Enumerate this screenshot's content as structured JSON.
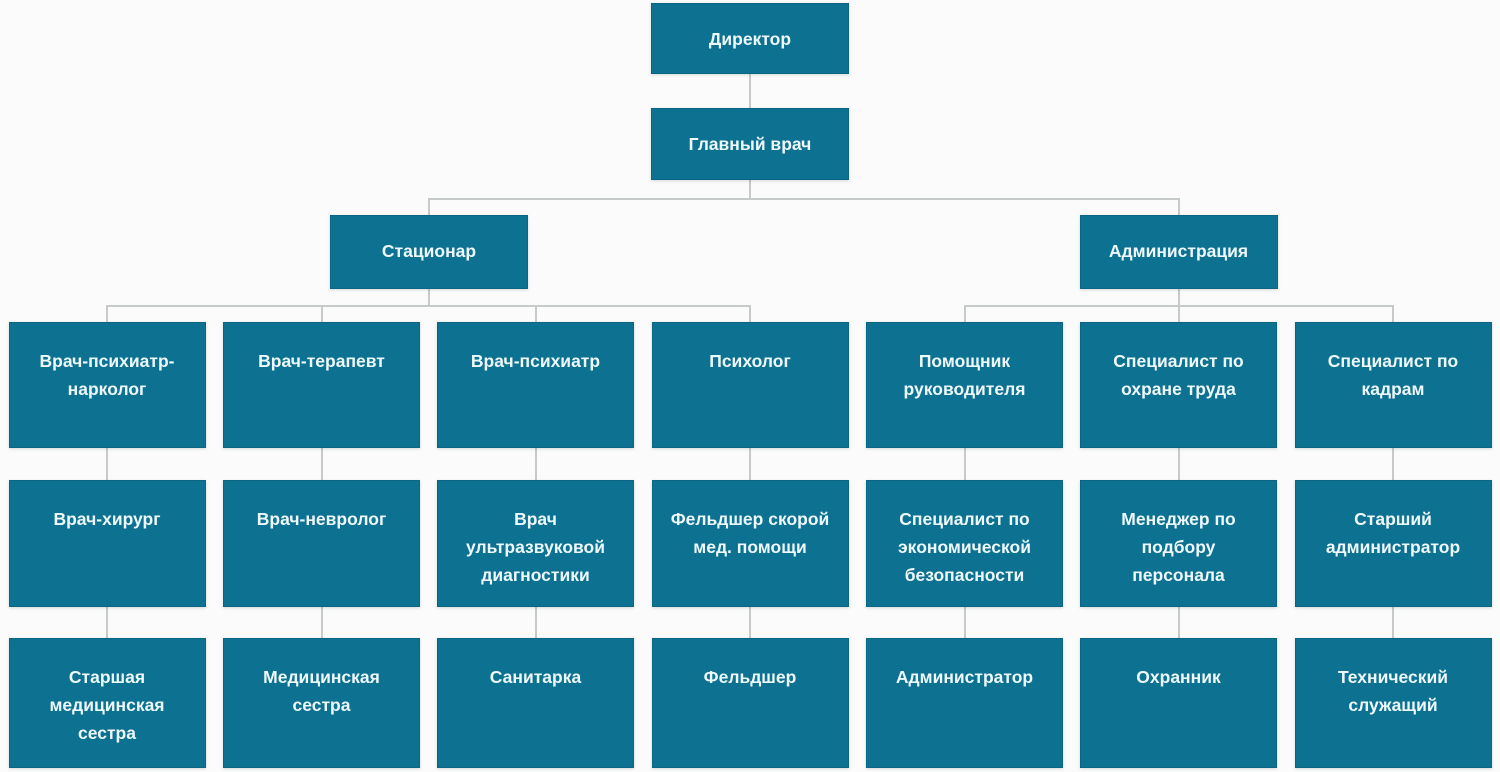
{
  "org": {
    "director": {
      "slug": "director",
      "lines": [
        "Директор"
      ]
    },
    "chief_physician": {
      "slug": "chief-physician",
      "lines": [
        "Главный врач"
      ]
    },
    "branches": [
      {
        "name": {
          "slug": "stationar",
          "lines": [
            "Стационар"
          ]
        },
        "columns": [
          {
            "levels": [
              {
                "slug": "psychiatrist-narcologist",
                "lines": [
                  "Врач-психиатр-",
                  "нарколог"
                ]
              },
              {
                "slug": "surgeon",
                "lines": [
                  "Врач-хирург"
                ]
              },
              {
                "slug": "head-nurse",
                "lines": [
                  "Старшая",
                  "медицинская",
                  "сестра"
                ]
              }
            ]
          },
          {
            "levels": [
              {
                "slug": "therapist",
                "lines": [
                  "Врач-терапевт"
                ]
              },
              {
                "slug": "neurologist",
                "lines": [
                  "Врач-невролог"
                ]
              },
              {
                "slug": "nurse",
                "lines": [
                  "Медицинская",
                  "сестра"
                ]
              }
            ]
          },
          {
            "levels": [
              {
                "slug": "psychiatrist",
                "lines": [
                  "Врач-психиатр"
                ]
              },
              {
                "slug": "ultrasound-doctor",
                "lines": [
                  "Врач",
                  "ультразвуковой",
                  "диагностики"
                ]
              },
              {
                "slug": "orderly",
                "lines": [
                  "Санитарка"
                ]
              }
            ]
          },
          {
            "levels": [
              {
                "slug": "psychologist",
                "lines": [
                  "Психолог"
                ]
              },
              {
                "slug": "ambulance-paramedic",
                "lines": [
                  "Фельдшер скорой",
                  "мед. помощи"
                ]
              },
              {
                "slug": "paramedic",
                "lines": [
                  "Фельдшер"
                ]
              }
            ]
          }
        ]
      },
      {
        "name": {
          "slug": "administration",
          "lines": [
            "Администрация"
          ]
        },
        "columns": [
          {
            "levels": [
              {
                "slug": "assistant-manager",
                "lines": [
                  "Помощник",
                  "руководителя"
                ]
              },
              {
                "slug": "economic-security-specialist",
                "lines": [
                  "Специалист по",
                  "экономической",
                  "безопасности"
                ]
              },
              {
                "slug": "administrator",
                "lines": [
                  "Администратор"
                ]
              }
            ]
          },
          {
            "levels": [
              {
                "slug": "labor-safety-specialist",
                "lines": [
                  "Специалист по",
                  "охране труда"
                ]
              },
              {
                "slug": "recruitment-manager",
                "lines": [
                  "Менеджер по",
                  "подбору",
                  "персонала"
                ]
              },
              {
                "slug": "security-guard",
                "lines": [
                  "Охранник"
                ]
              }
            ]
          },
          {
            "levels": [
              {
                "slug": "hr-specialist",
                "lines": [
                  "Специалист по",
                  "кадрам"
                ]
              },
              {
                "slug": "senior-administrator",
                "lines": [
                  "Старший",
                  "администратор"
                ]
              },
              {
                "slug": "technical-worker",
                "lines": [
                  "Технический",
                  "служащий"
                ]
              }
            ]
          }
        ]
      }
    ]
  },
  "colors": {
    "node_fill": "#0d7191",
    "node_border": "#0b6583",
    "node_text": "#eef9fc",
    "connector": "#c6cacb",
    "background": "#fbfbfb"
  }
}
